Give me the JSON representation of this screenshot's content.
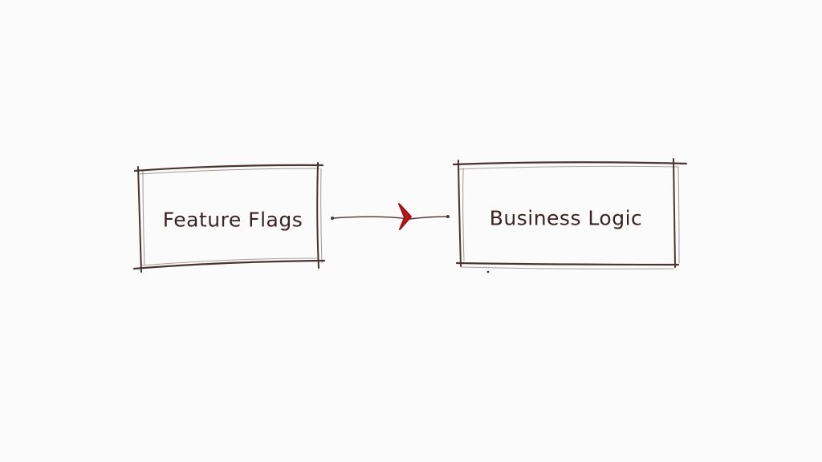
{
  "nodes": [
    {
      "id": "feature-flags",
      "label": "Feature Flags"
    },
    {
      "id": "business-logic",
      "label": "Business Logic"
    }
  ],
  "edges": [
    {
      "from": "feature-flags",
      "to": "business-logic",
      "style": "hand-drawn line with red chevron arrowhead"
    }
  ],
  "colors": {
    "stroke": "#4a3431",
    "arrowhead": "#c0161e",
    "text": "#3a2422",
    "background": "#fbfbfb"
  }
}
